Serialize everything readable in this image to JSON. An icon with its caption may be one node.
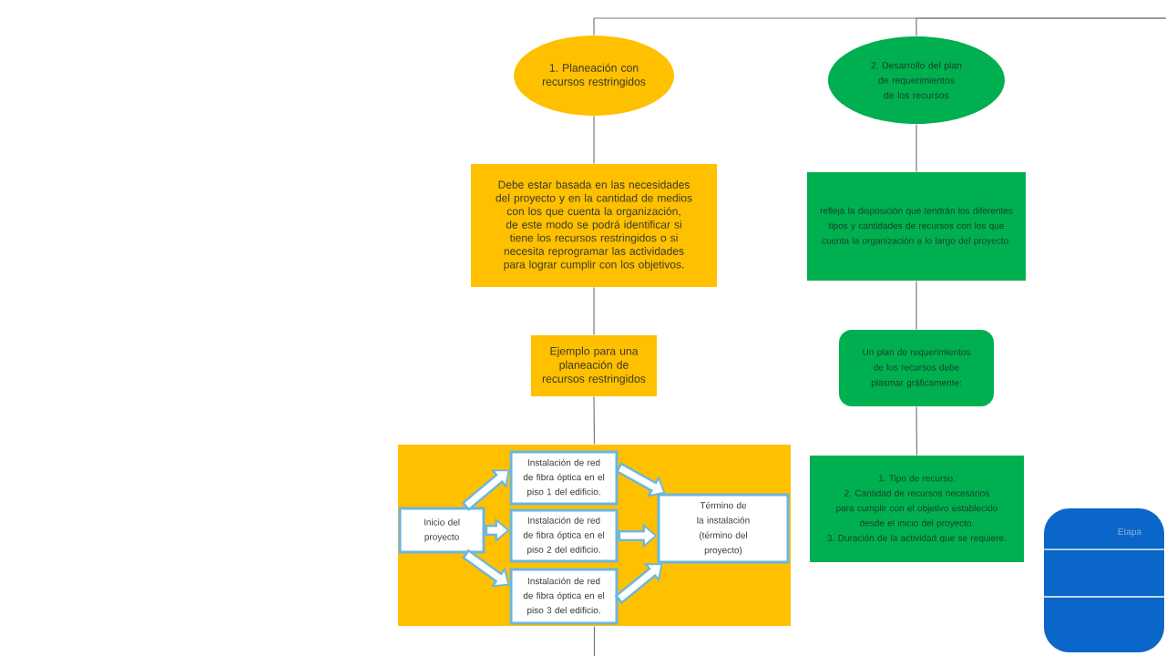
{
  "diagram": {
    "nodes": [
      {
        "text": [
          "1. Planeación con recursos restringidos"
        ]
      },
      {
        "text": [
          "2. Desarrollo del plan de requerimientos de los recursos"
        ]
      },
      {
        "text": [
          "Debe estar basada en las necesidades del proyecto y en la cantidad de medios con los que cuenta la organización, de este modo se podrá identificar si tiene los recursos restringidos o si necesita reprogramar las actividades para lograr cumplir con los objetivos."
        ]
      },
      {
        "text": [
          "refleja la disposición que tendrán los diferentes tipos y cantidades de recursos con los que cuenta la organización a lo largo del proyecto."
        ]
      },
      {
        "text": [
          "Ejemplo para una planeación de recursos restringidos"
        ]
      },
      {
        "text": [
          "Un plan de requerimientos de los recursos debe plasmar gráficamente:"
        ]
      },
      {
        "text": [],
        "shape": "box"
      },
      {
        "text": [
          "Inicio del proyecto"
        ],
        "in": 6
      },
      {
        "text": [
          "Instalación de red de fibra óptica en el piso 1 del edificio."
        ],
        "in": 6
      },
      {
        "text": [
          "Instalación de red de fibra óptica en el piso 2 del edificio."
        ],
        "in": 6
      },
      {
        "text": [
          "Instalación de red de fibra óptica en el piso 3 del edificio."
        ],
        "in": 6
      },
      {
        "text": [
          "Término de la instalación (término del proyecto)"
        ],
        "in": 6
      },
      {
        "text": [
          "1. Tipo de recurso.",
          "2. Cantidad de recursos necesarios para cumplir con el objetivo establecido desde el inicio del proyecto.",
          "3. Duración de la actividad que se requiere."
        ]
      },
      {
        "text": [
          "Etapa"
        ]
      }
    ],
    "edges": [
      {
        "from": null,
        "to": 0,
        "arrow": "none"
      },
      {
        "from": null,
        "to": 1,
        "arrow": "none"
      },
      {
        "from": 0,
        "to": 2,
        "arrow": "none"
      },
      {
        "from": 2,
        "to": 4,
        "arrow": "none"
      },
      {
        "from": 4,
        "to": 6,
        "arrow": "none"
      },
      {
        "from": 6,
        "to": null,
        "arrow": "none"
      },
      {
        "from": 1,
        "to": 3,
        "arrow": "none"
      },
      {
        "from": 3,
        "to": 5,
        "arrow": "none"
      },
      {
        "from": 5,
        "to": 12,
        "arrow": "none"
      },
      {
        "from": 7,
        "to": 8,
        "arrow": "to",
        "style": "thick",
        "color": "#6bb6e0"
      },
      {
        "from": 7,
        "to": 9,
        "arrow": "to",
        "style": "thick",
        "color": "#6bb6e0"
      },
      {
        "from": 7,
        "to": 10,
        "arrow": "to",
        "style": "thick",
        "color": "#6bb6e0"
      },
      {
        "from": 8,
        "to": 11,
        "arrow": "to",
        "style": "thick",
        "color": "#6bb6e0"
      },
      {
        "from": 9,
        "to": 11,
        "arrow": "to",
        "style": "thick",
        "color": "#6bb6e0"
      },
      {
        "from": 10,
        "to": 11,
        "arrow": "to",
        "style": "thick",
        "color": "#6bb6e0"
      }
    ]
  }
}
